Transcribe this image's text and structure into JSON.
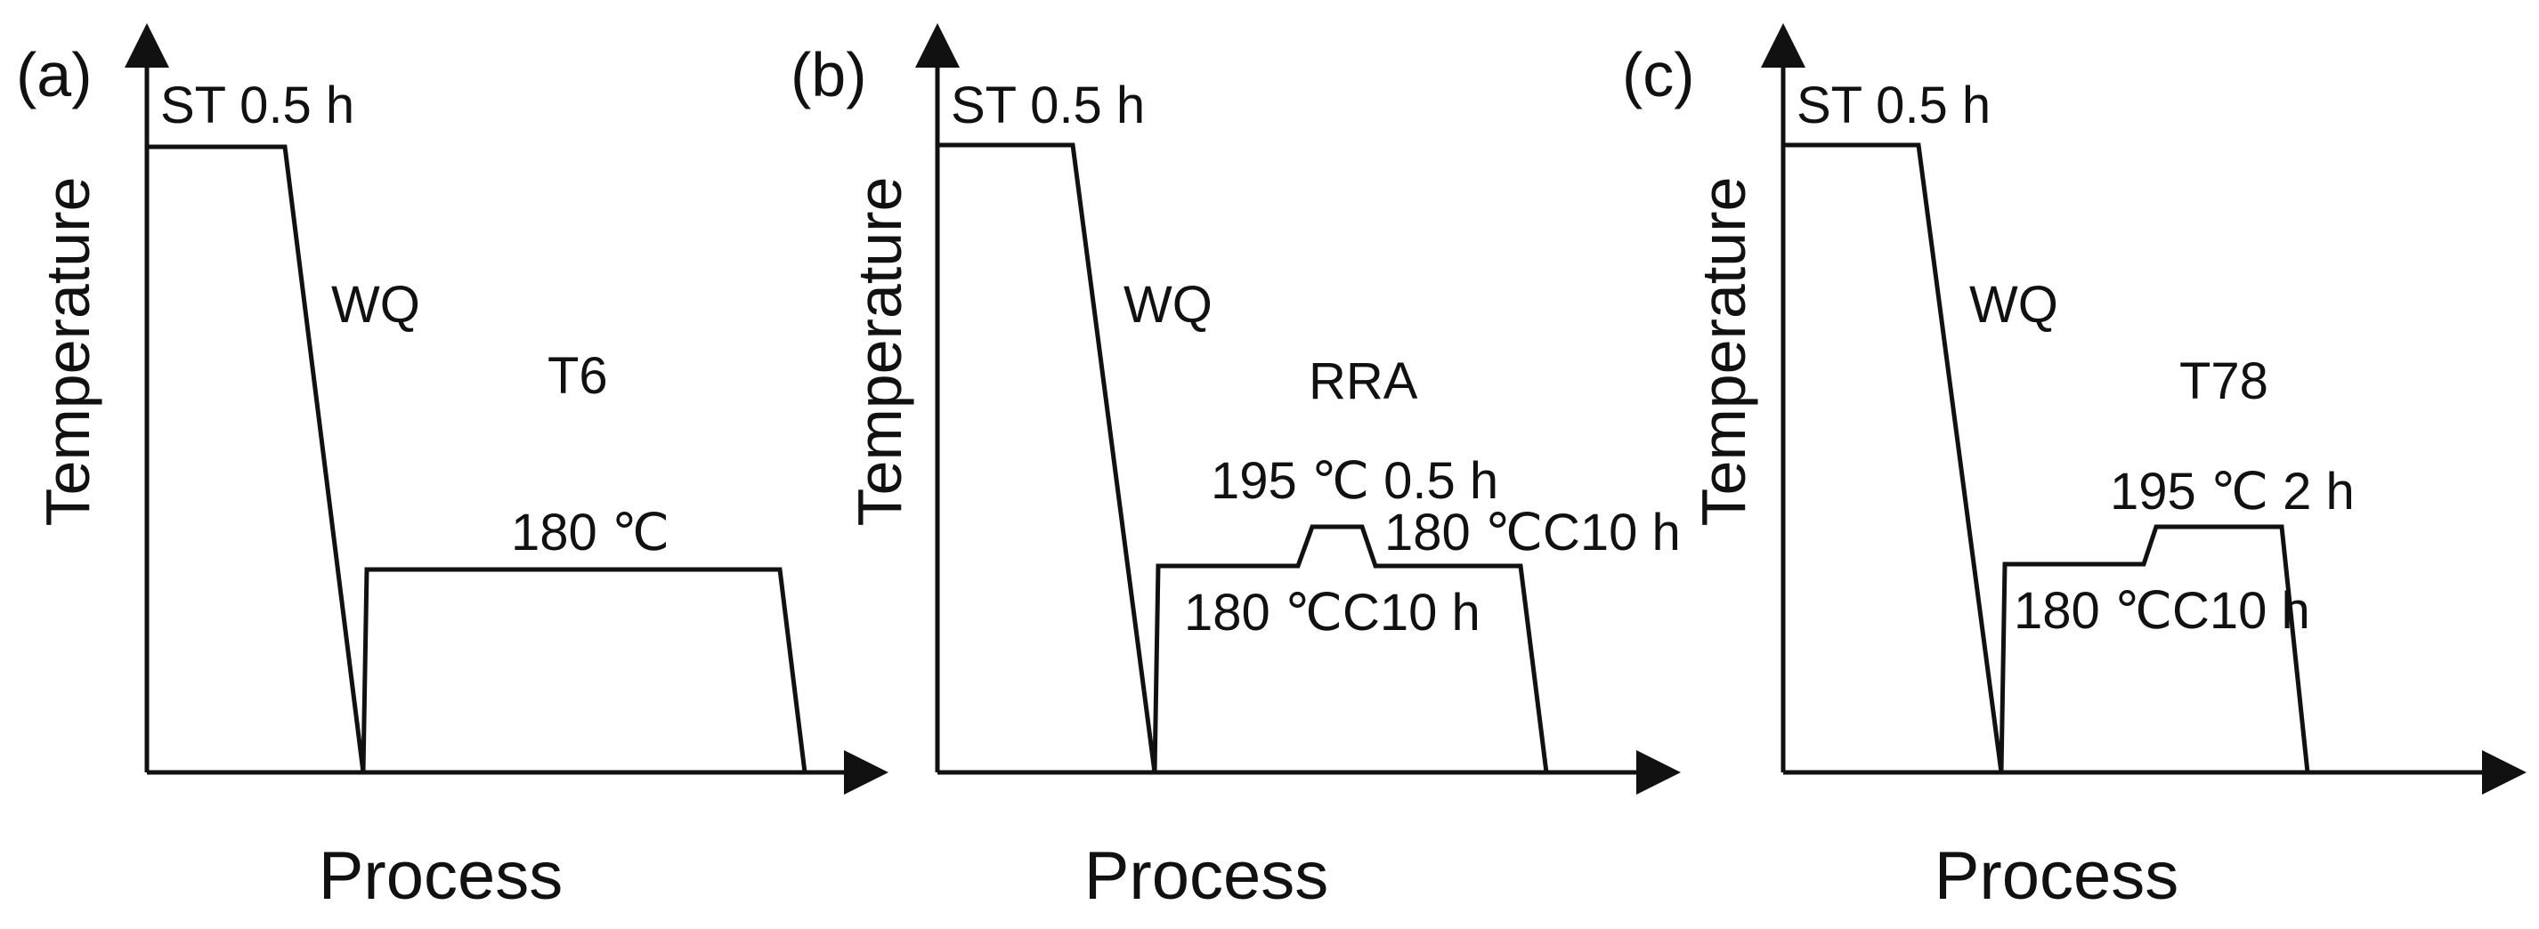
{
  "colors": {
    "line": "#111111",
    "background": "#ffffff"
  },
  "panels": [
    {
      "id": "a",
      "panel_label": "(a)",
      "y_axis_label": "Temperature",
      "x_axis_label": "Process",
      "solution_label": "ST 0.5 h",
      "quench_label": "WQ",
      "treatment_name": "T6",
      "aging_labels": [
        "180 ℃"
      ]
    },
    {
      "id": "b",
      "panel_label": "(b)",
      "y_axis_label": "Temperature",
      "x_axis_label": "Process",
      "solution_label": "ST 0.5 h",
      "quench_label": "WQ",
      "treatment_name": "RRA",
      "aging_labels": [
        "195 ℃ 0.5 h",
        "180 ℃C10 h",
        "180 ℃C10 h"
      ]
    },
    {
      "id": "c",
      "panel_label": "(c)",
      "y_axis_label": "Temperature",
      "x_axis_label": "Process",
      "solution_label": "ST 0.5 h",
      "quench_label": "WQ",
      "treatment_name": "T78",
      "aging_labels": [
        "195 ℃ 2 h",
        "180 ℃C10 h"
      ]
    }
  ]
}
